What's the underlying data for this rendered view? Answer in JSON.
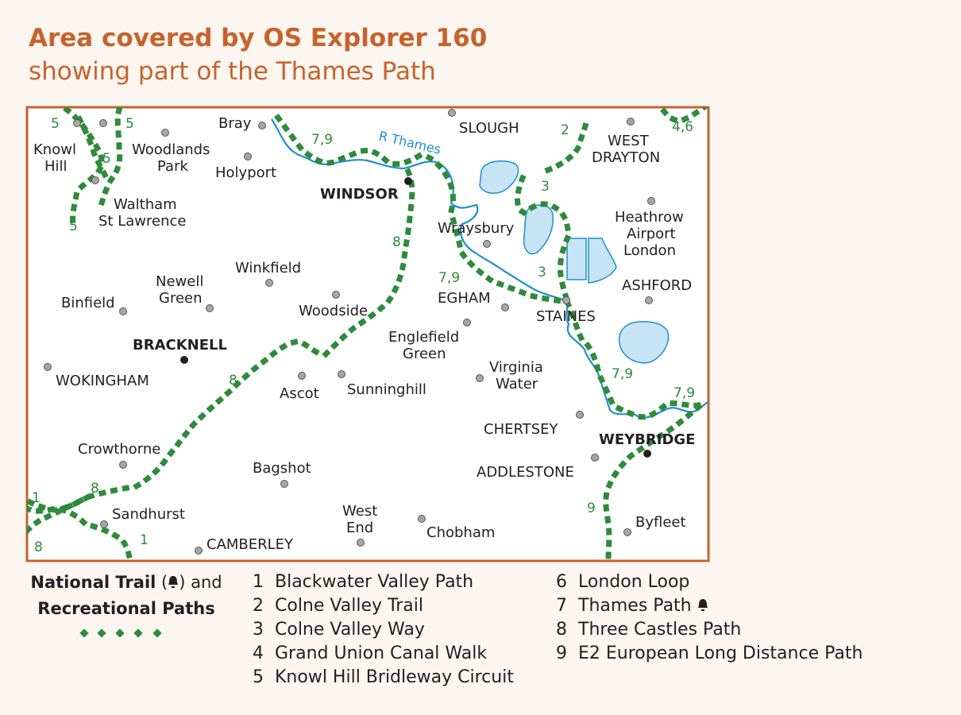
{
  "title": "Area covered by OS Explorer 160",
  "subtitle": "showing part of the Thames Path",
  "colors": {
    "title": "#c8622c",
    "frame": "#c8622c",
    "map_bg": "#ffffff",
    "river": "#1d8fd0",
    "lake_fill": "#c7e4f6",
    "trail": "#2e8b3c",
    "trail_label": "#2e8b3c",
    "town_dot": "#a6a6a6",
    "major_town_dot": "#231f20",
    "text": "#231f20"
  },
  "map": {
    "river_label": "R Thames",
    "places": [
      {
        "id": "bray",
        "label": "Bray"
      },
      {
        "id": "slough",
        "label": "SLOUGH"
      },
      {
        "id": "west-drayton",
        "label": "WEST DRAYTON"
      },
      {
        "id": "knowl-hill",
        "label": "Knowl Hill"
      },
      {
        "id": "woodlands-park",
        "label": "Woodlands Park"
      },
      {
        "id": "holyport",
        "label": "Holyport"
      },
      {
        "id": "windsor",
        "label": "WINDSOR",
        "major": true
      },
      {
        "id": "waltham",
        "label": "Waltham St Lawrence"
      },
      {
        "id": "heathrow",
        "label": "Heathrow Airport London"
      },
      {
        "id": "wraysbury",
        "label": "Wraysbury"
      },
      {
        "id": "winkfield",
        "label": "Winkfield"
      },
      {
        "id": "newell-green",
        "label": "Newell Green"
      },
      {
        "id": "binfield",
        "label": "Binfield"
      },
      {
        "id": "egham",
        "label": "EGHAM"
      },
      {
        "id": "ashford",
        "label": "ASHFORD"
      },
      {
        "id": "woodside",
        "label": "Woodside"
      },
      {
        "id": "staines",
        "label": "STAINES"
      },
      {
        "id": "englefield-green",
        "label": "Englefield Green"
      },
      {
        "id": "bracknell",
        "label": "BRACKNELL",
        "major": true
      },
      {
        "id": "wokingham",
        "label": "WOKINGHAM"
      },
      {
        "id": "ascot",
        "label": "Ascot"
      },
      {
        "id": "sunninghill",
        "label": "Sunninghill"
      },
      {
        "id": "virginia-water",
        "label": "Virginia Water"
      },
      {
        "id": "chertsey",
        "label": "CHERTSEY"
      },
      {
        "id": "weybridge",
        "label": "WEYBRIDGE",
        "major": true
      },
      {
        "id": "crowthorne",
        "label": "Crowthorne"
      },
      {
        "id": "bagshot",
        "label": "Bagshot"
      },
      {
        "id": "addlestone",
        "label": "ADDLESTONE"
      },
      {
        "id": "sandhurst",
        "label": "Sandhurst"
      },
      {
        "id": "west-end",
        "label": "West End"
      },
      {
        "id": "chobham",
        "label": "Chobham"
      },
      {
        "id": "byfleet",
        "label": "Byfleet"
      },
      {
        "id": "camberley",
        "label": "CAMBERLEY"
      }
    ],
    "route_labels": [
      "5",
      "5",
      "5",
      "5",
      "7,9",
      "2",
      "4,6",
      "3",
      "8",
      "7,9",
      "3",
      "8",
      "7,9",
      "7,9",
      "1",
      "8",
      "1",
      "8",
      "9"
    ]
  },
  "legend": {
    "heading_line1": "National Trail",
    "heading_and": "and",
    "heading_line2": "Recreational Paths",
    "items": [
      {
        "num": "1",
        "name": "Blackwater Valley Path"
      },
      {
        "num": "2",
        "name": "Colne Valley Trail"
      },
      {
        "num": "3",
        "name": "Colne Valley Way"
      },
      {
        "num": "4",
        "name": "Grand Union Canal Walk"
      },
      {
        "num": "5",
        "name": "Knowl Hill Bridleway Circuit"
      },
      {
        "num": "6",
        "name": "London Loop"
      },
      {
        "num": "7",
        "name": "Thames Path",
        "national_trail": true
      },
      {
        "num": "8",
        "name": "Three Castles Path"
      },
      {
        "num": "9",
        "name": "E2 European Long Distance Path"
      }
    ],
    "bell_icon": "acorn-icon"
  }
}
